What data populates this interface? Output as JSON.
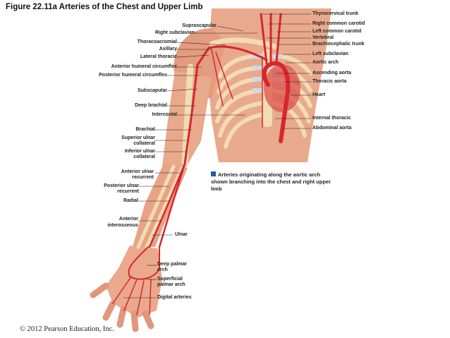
{
  "title": "Figure 22.11a  Arteries of the Chest and Upper Limb",
  "labels_left": {
    "suprascapular": "Suprascapular",
    "right_subclavian": "Right subclavian",
    "thoracoacromial": "Thoracoacromial",
    "axillary": "Axillary",
    "lateral_thoracic": "Lateral thoracic",
    "anterior_humeral_circumflex": "Anterior humeral circumflex",
    "posterior_humeral_circumflex": "Posterior humeral circumflex",
    "subscapular": "Subscapular",
    "deep_brachial": "Deep brachial",
    "intercostal": "Intercostal",
    "brachial": "Brachial",
    "superior_ulnar_collateral_1": "Superior ulnar",
    "superior_ulnar_collateral_2": "collateral",
    "inferior_ulnar_collateral_1": "Inferior ulnar",
    "inferior_ulnar_collateral_2": "collateral",
    "anterior_ulnar_recurrent_1": "Anterior ulnar",
    "anterior_ulnar_recurrent_2": "recurrent",
    "posterior_ulnar_recurrent_1": "Posterior ulnar",
    "posterior_ulnar_recurrent_2": "recurrent",
    "radial": "Radial",
    "anterior_interosseous_1": "Anterior",
    "anterior_interosseous_2": "interosseous",
    "ulnar": "Ulnar",
    "deep_palmar_arch_1": "Deep palmar",
    "deep_palmar_arch_2": "arch",
    "superficial_palmar_arch_1": "Superficial",
    "superficial_palmar_arch_2": "palmar arch",
    "digital_arteries": "Digital arteries"
  },
  "labels_right": {
    "thyrocervical_trunk": "Thyrocervical trunk",
    "right_common_carotid": "Right common carotid",
    "left_common_carotid": "Left common carotid",
    "vertebral": "Vertebral",
    "brachiocephalic_trunk": "Brachiocephalic trunk",
    "left_subclavian": "Left subclavian",
    "aortic_arch": "Aortic arch",
    "ascending_aorta": "Ascending aorta",
    "thoracic_aorta": "Thoracic aorta",
    "heart": "Heart",
    "internal_thoracic": "Internal thoracic",
    "abdominal_aorta": "Abdominal aorta"
  },
  "caption": "Arteries originating along the aortic arch shown branching into the chest and right upper limb",
  "copyright": "© 2012 Pearson Education, Inc.",
  "colors": {
    "muscle": "#e9a98c",
    "muscle_dark": "#d98a6c",
    "bone": "#f1dcb4",
    "artery": "#d8262c",
    "cartilage": "#c9dbe9",
    "leader": "#222222"
  }
}
